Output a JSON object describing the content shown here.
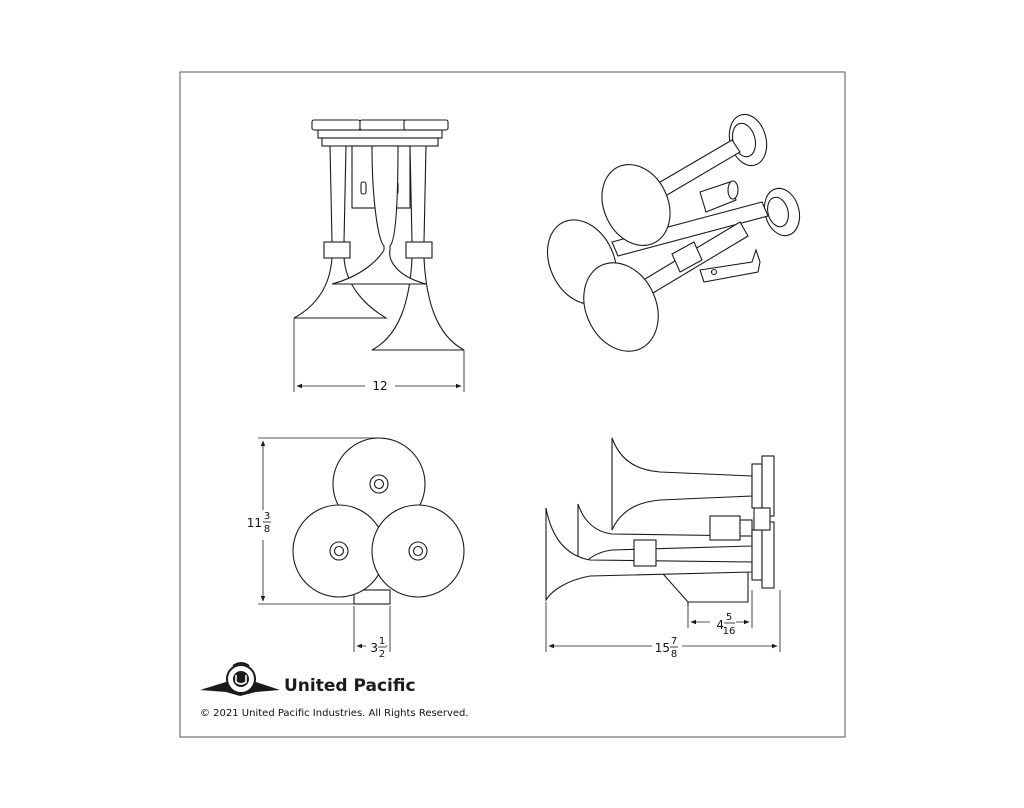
{
  "dimensions": {
    "front_width": "12",
    "top_height": {
      "whole": "11",
      "num": "3",
      "den": "8"
    },
    "top_bracket": {
      "whole": "3",
      "num": "1",
      "den": "2"
    },
    "side_bracket": {
      "whole": "4",
      "num": "5",
      "den": "16"
    },
    "side_length": {
      "whole": "15",
      "num": "7",
      "den": "8"
    }
  },
  "brand": {
    "name": "United Pacific",
    "logo_icon": "winged-up-logo-icon"
  },
  "footer": {
    "copyright": "© 2021 United Pacific Industries. All Rights Reserved."
  },
  "colors": {
    "line": "#1a1a1a",
    "frame": "#555555",
    "shade": "#e8e8e8"
  }
}
